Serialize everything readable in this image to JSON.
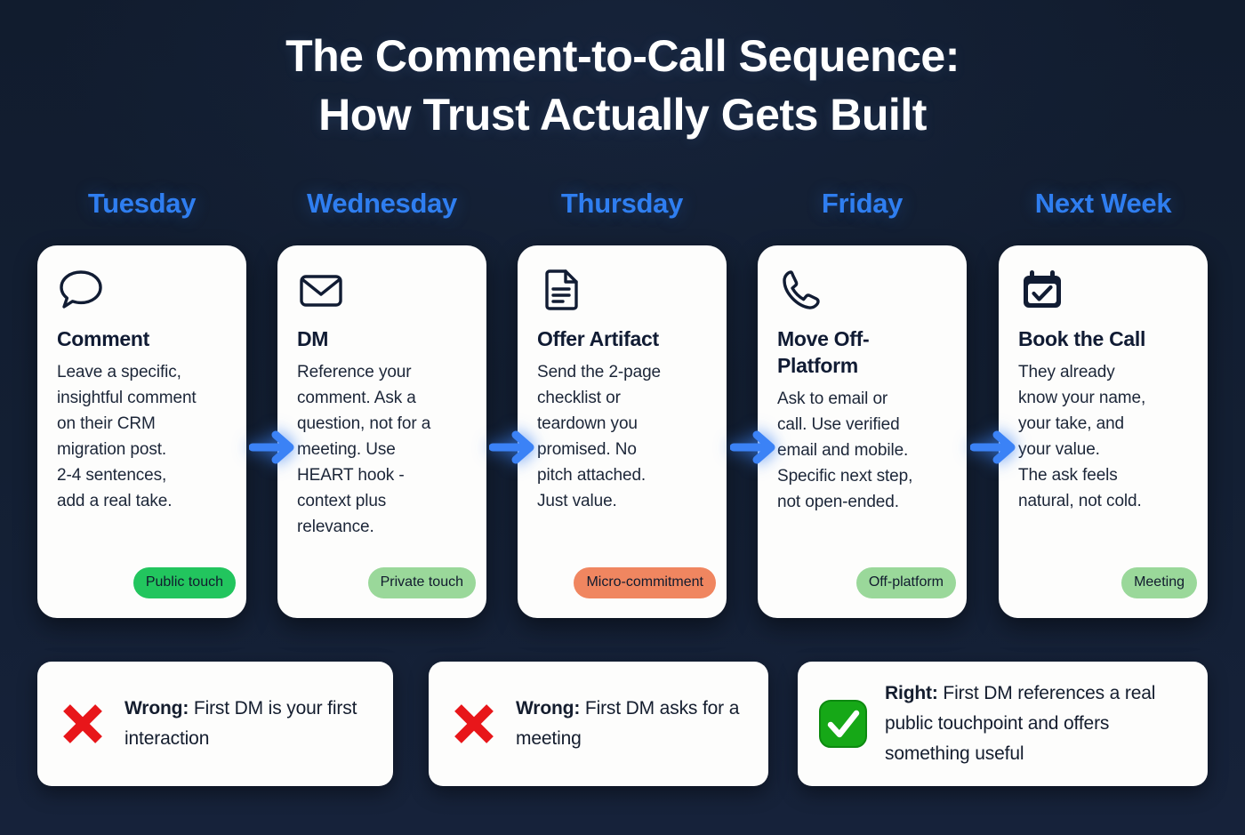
{
  "title": {
    "line1": "The Comment-to-Call Sequence:",
    "line2": "How Trust Actually Gets Built"
  },
  "colors": {
    "background": "#131f33",
    "day_label": "#2f7ef0",
    "card_bg": "#fdfdfc",
    "ink": "#101b33",
    "arrow": "#3b82f6",
    "badge_green_strong": "#22c55e",
    "badge_green_soft": "#9ad89a",
    "badge_orange": "#f08660",
    "wrong_red": "#e8161a",
    "right_green": "#16a817"
  },
  "steps": [
    {
      "day": "Tuesday",
      "icon": "speech-bubble-icon",
      "title": "Comment",
      "body": "Leave a specific,\ninsightful comment\non their CRM\nmigration post.\n2-4 sentences,\nadd a real take.",
      "badge": "Public touch",
      "badge_color": "#22c55e"
    },
    {
      "day": "Wednesday",
      "icon": "envelope-icon",
      "title": "DM",
      "body": "Reference your\ncomment. Ask a\nquestion, not for a\nmeeting. Use\nHEART hook -\ncontext plus\nrelevance.",
      "badge": "Private touch",
      "badge_color": "#9ad89a"
    },
    {
      "day": "Thursday",
      "icon": "document-icon",
      "title": "Offer Artifact",
      "body": "Send the 2-page\nchecklist or\nteardown you\npromised. No\npitch attached.\nJust value.",
      "badge": "Micro-commitment",
      "badge_color": "#f08660"
    },
    {
      "day": "Friday",
      "icon": "phone-icon",
      "title": "Move Off-Platform",
      "body": "Ask to email or\ncall. Use verified\nemail and mobile.\nSpecific next step,\nnot open-ended.",
      "badge": "Off-platform",
      "badge_color": "#9ad89a"
    },
    {
      "day": "Next Week",
      "icon": "calendar-check-icon",
      "title": "Book the Call",
      "body": "They already\nknow your name,\nyour take, and\nyour value.\nThe ask feels\nnatural, not cold.",
      "badge": "Meeting",
      "badge_color": "#9ad89a"
    }
  ],
  "arrows": [
    "arrow-right-icon",
    "arrow-right-icon",
    "arrow-right-icon",
    "arrow-right-icon"
  ],
  "notes": [
    {
      "icon": "red-x-icon",
      "lead": "Wrong:",
      "text": " First DM is your first interaction"
    },
    {
      "icon": "red-x-icon",
      "lead": "Wrong:",
      "text": " First DM asks for a meeting"
    },
    {
      "icon": "green-check-icon",
      "lead": "Right:",
      "text": " First DM references a real public touchpoint and offers something useful"
    }
  ]
}
